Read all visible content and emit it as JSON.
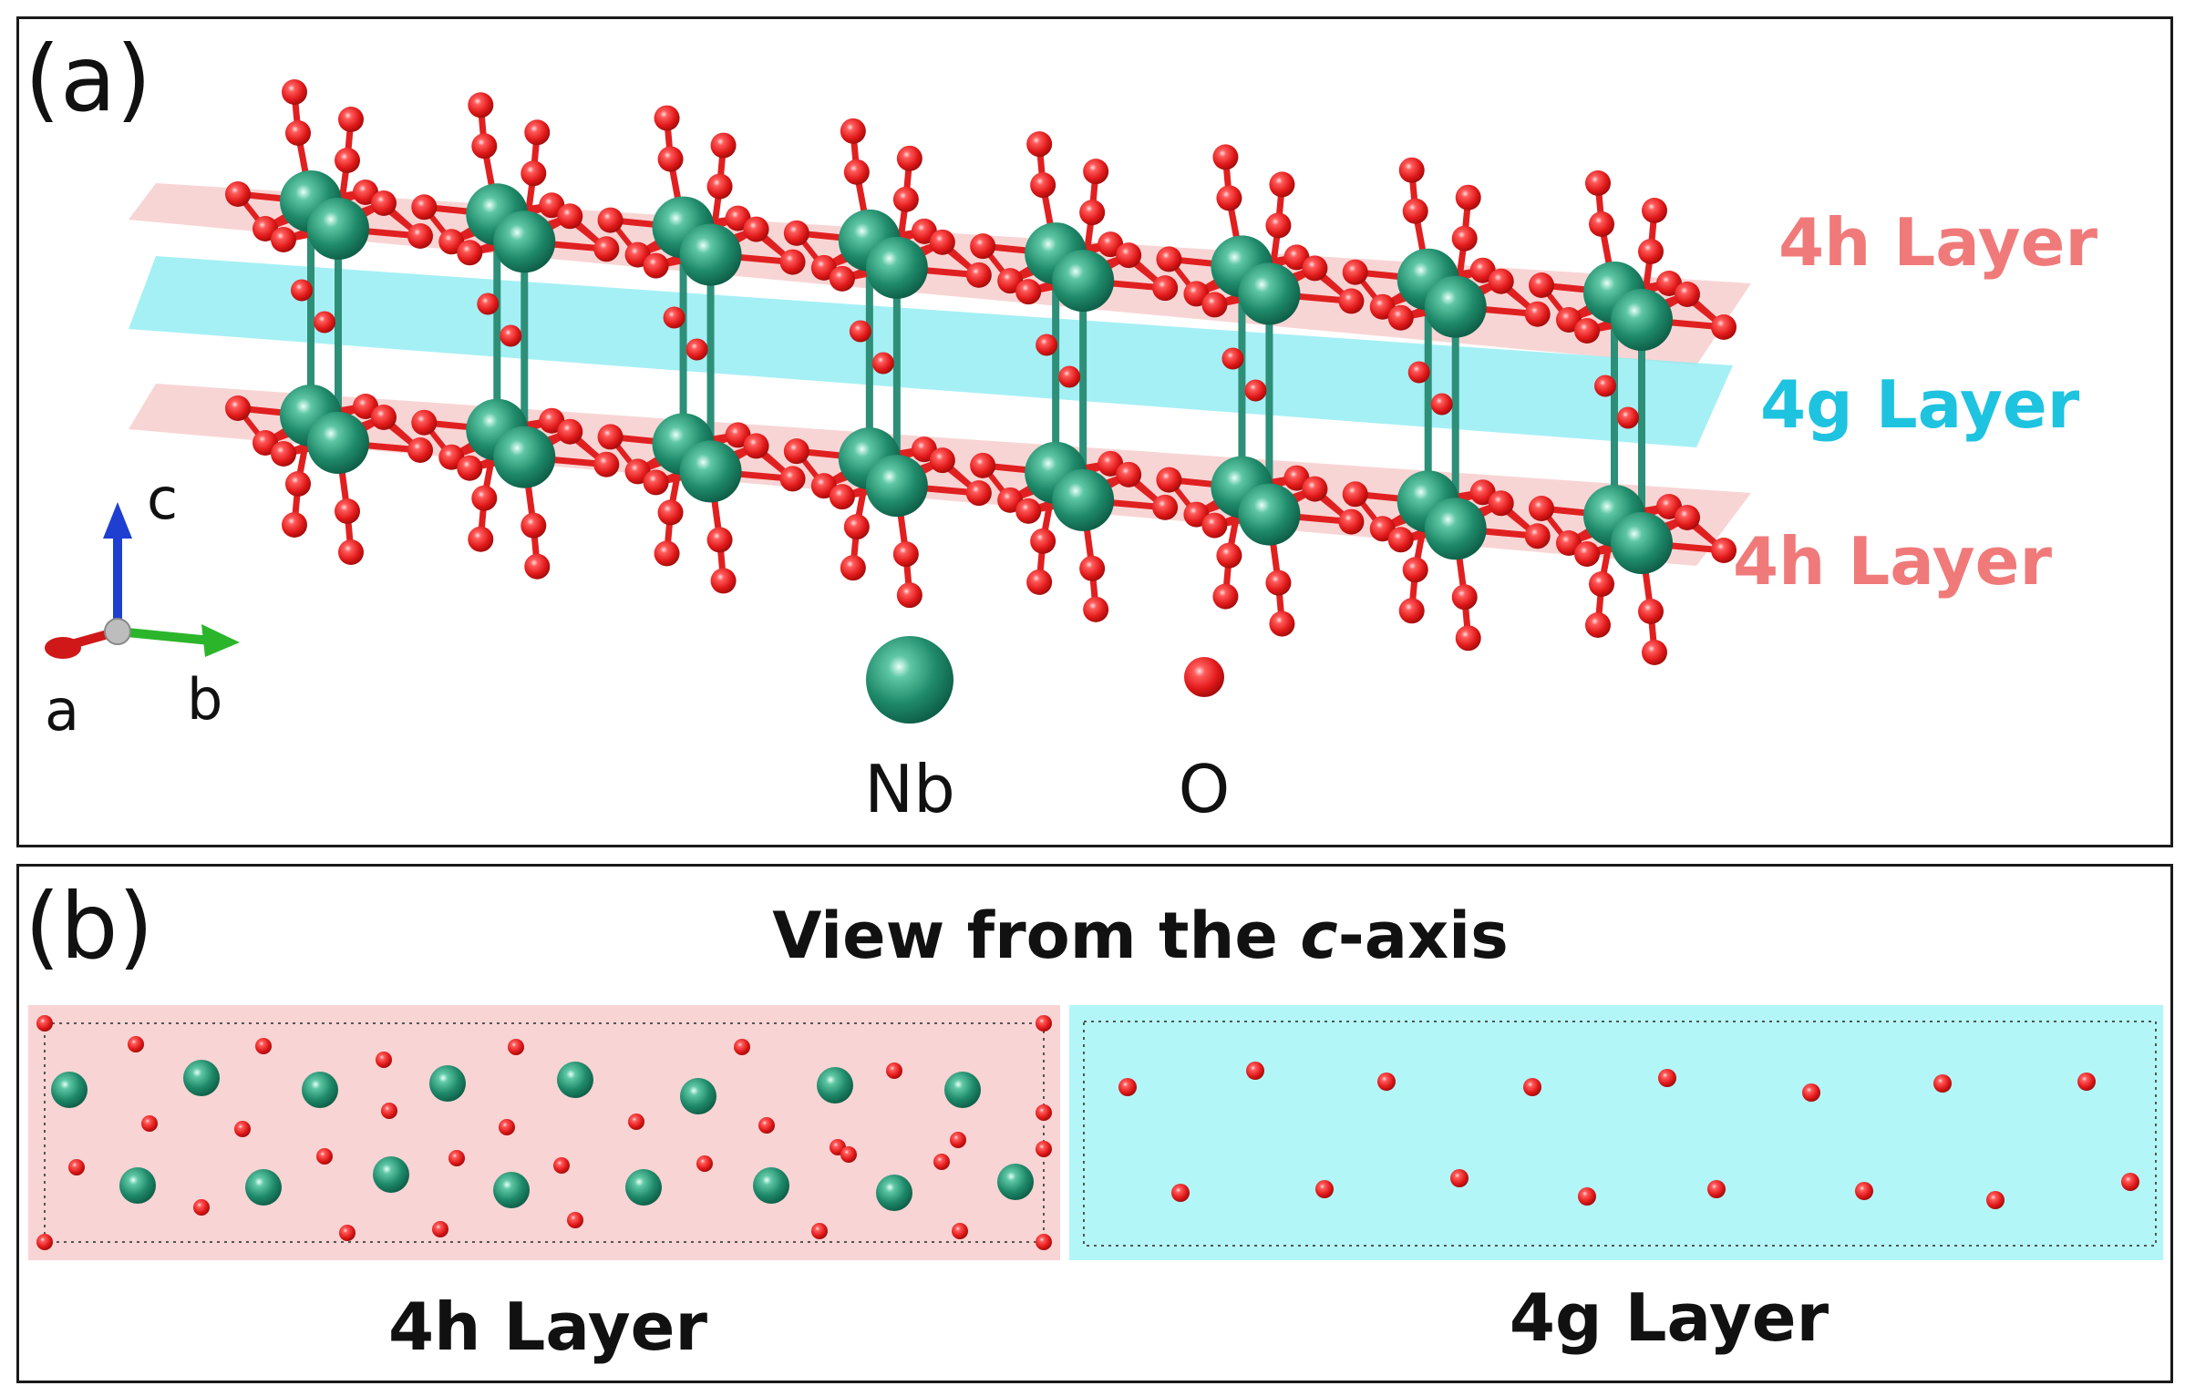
{
  "panel_a": {
    "letter": "(a)",
    "layer_top": "4h Layer",
    "layer_mid": "4g Layer",
    "layer_bottom": "4h Layer",
    "axes": {
      "c": "c",
      "a": "a",
      "b": "b"
    },
    "legend": {
      "nb": "Nb",
      "o": "O"
    }
  },
  "panel_b": {
    "letter": "(b)",
    "title_prefix": "View from the ",
    "title_italic": "c",
    "title_suffix": "-axis",
    "left_label": "4h Layer",
    "right_label": "4g Layer"
  },
  "colors": {
    "nb": "#1f8a6a",
    "o": "#e02020",
    "bond_nb": "#2d8f77",
    "layer_4h": "#f6c7c7",
    "layer_4g": "#8fecf2",
    "label_4h": "#f07a7a",
    "label_4g": "#1ec3e0",
    "axis_c": "#1e3fd0",
    "axis_b": "#2bb52b",
    "axis_a": "#d01818"
  },
  "structure": {
    "columns": 8,
    "view": "perspective along a-axis"
  }
}
